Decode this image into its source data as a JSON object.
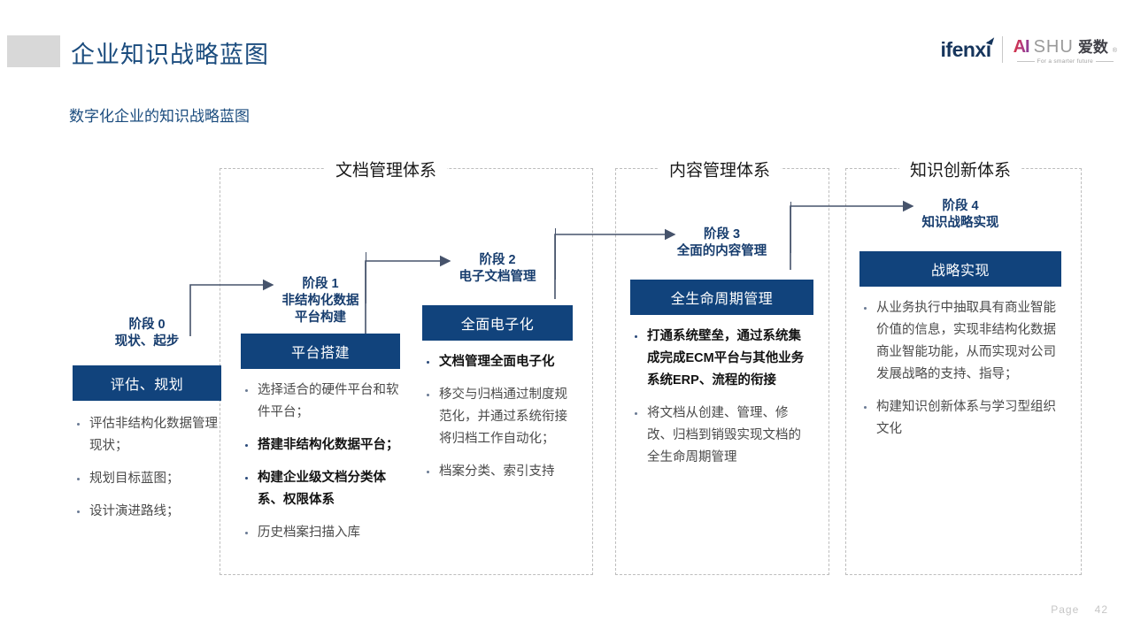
{
  "header": {
    "title": "企业知识战略蓝图",
    "subtitle": "数字化企业的知识战略蓝图"
  },
  "logos": {
    "ifenxi": "ifenxi",
    "aishu_ai": "AI",
    "aishu_shu": "SHU",
    "aishu_cn": "爱数",
    "aishu_reg": "®",
    "aishu_tagline": "For a smarter future"
  },
  "groups": [
    {
      "label": "文档管理体系"
    },
    {
      "label": "内容管理体系"
    },
    {
      "label": "知识创新体系"
    }
  ],
  "phases": [
    {
      "title_line1": "阶段 0",
      "title_line2": "现状、起步",
      "banner": "评估、规划",
      "items": [
        {
          "text": "评估非结构化数据管理现状；",
          "bold": false
        },
        {
          "text": " 规划目标蓝图；",
          "bold": false
        },
        {
          "text": " 设计演进路线；",
          "bold": false
        }
      ]
    },
    {
      "title_line1": "阶段 1",
      "title_line2": "非结构化数据",
      "title_line3": "平台构建",
      "banner": "平台搭建",
      "items": [
        {
          "text": "选择适合的硬件平台和软件平台；",
          "bold": false
        },
        {
          "text": "搭建非结构化数据平台；",
          "bold": true
        },
        {
          "text": "构建企业级文档分类体系、权限体系",
          "bold": true
        },
        {
          "text": "历史档案扫描入库",
          "bold": false
        }
      ]
    },
    {
      "title_line1": "阶段 2",
      "title_line2": "电子文档管理",
      "banner": "全面电子化",
      "items": [
        {
          "text": "文档管理全面电子化",
          "bold": true
        },
        {
          "text": " 移交与归档通过制度规范化，并通过系统衔接将归档工作自动化；",
          "bold": false
        },
        {
          "text": "档案分类、索引支持",
          "bold": false
        }
      ]
    },
    {
      "title_line1": "阶段 3",
      "title_line2": "全面的内容管理",
      "banner": "全生命周期管理",
      "items": [
        {
          "text": "打通系统壁垒，通过系统集成完成ECM平台与其他业务系统ERP、流程的衔接",
          "bold": true
        },
        {
          "text": "将文档从创建、管理、修改、归档到销毁实现文档的全生命周期管理",
          "bold": false
        }
      ]
    },
    {
      "title_line1": "阶段 4",
      "title_line2": "知识战略实现",
      "banner": "战略实现",
      "items": [
        {
          "text": "从业务执行中抽取具有商业智能价值的信息，实现非结构化数据商业智能功能，从而实现对公司发展战略的支持、指导；",
          "bold": false
        },
        {
          "text": "构建知识创新体系与学习型组织文化",
          "bold": false
        }
      ]
    }
  ],
  "footer": {
    "page_label": "Page",
    "page_number": "42"
  },
  "colors": {
    "brand_blue": "#1b4c7e",
    "banner_navy": "#11437c",
    "phase_title": "#173d6e",
    "arrow": "#46536b",
    "dashed_border": "#bdbdbd",
    "body_text": "#4a4a4a",
    "swatch_gray": "#d8d8d8",
    "footer_gray": "#c6c6c6"
  }
}
